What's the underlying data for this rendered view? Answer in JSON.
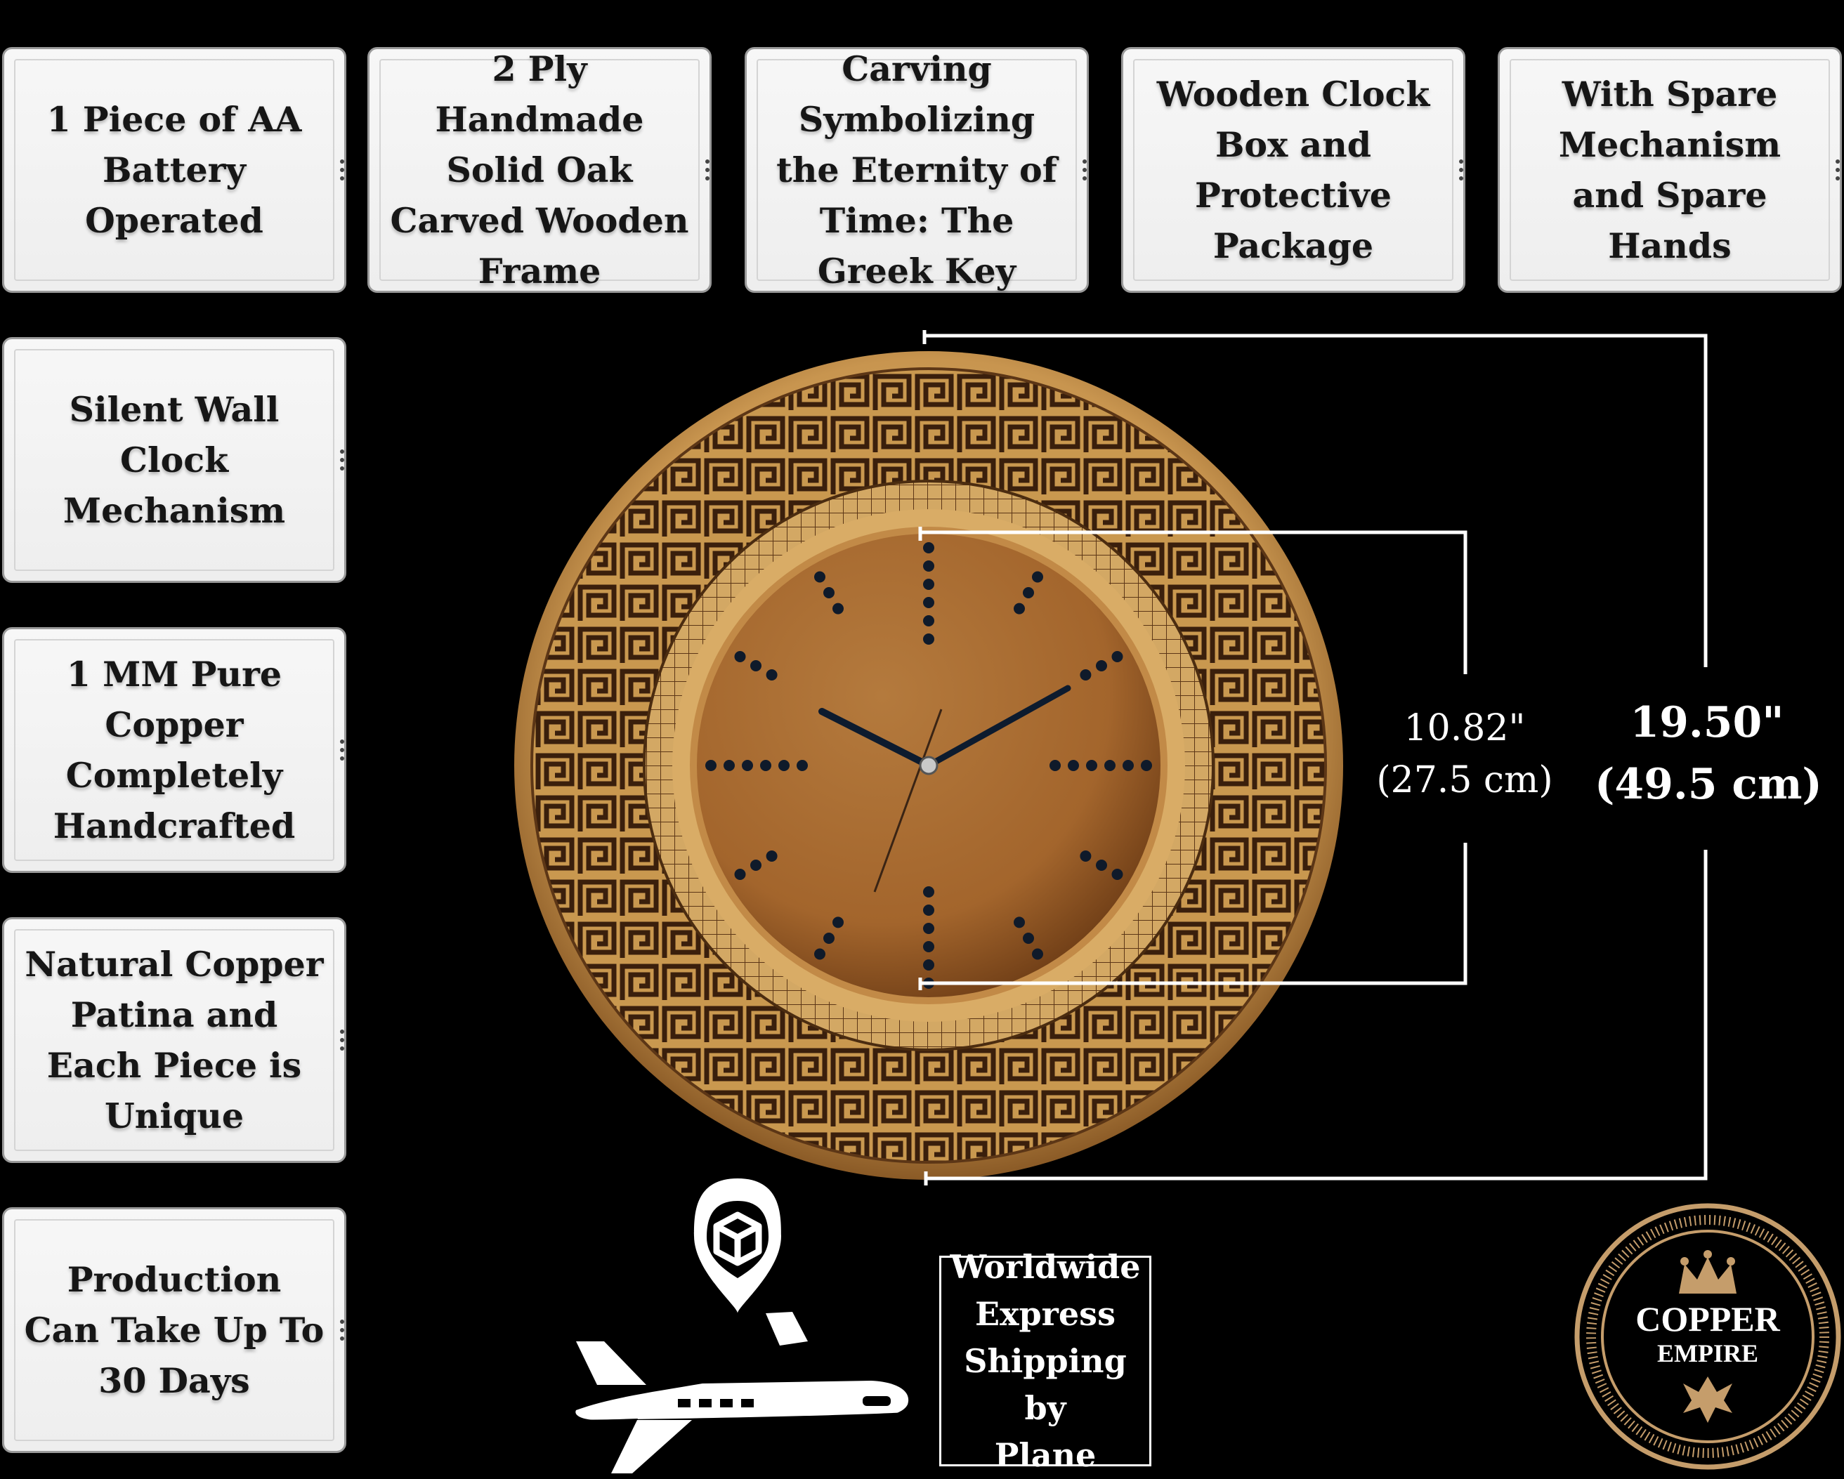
{
  "features_top": [
    "1 Piece of AA Battery Operated",
    "2 Ply Handmade Solid Oak Carved Wooden Frame",
    "Carving Symbolizing the Eternity of Time: The Greek Key",
    "Wooden Clock Box and Protective Package",
    "With Spare Mechanism and Spare Hands"
  ],
  "features_left": [
    "Silent Wall Clock Mechanism",
    "1 MM Pure Copper Completely Handcrafted",
    "Natural Copper Patina and Each Piece is Unique",
    "Production Can Take Up To 30 Days"
  ],
  "dimensions": {
    "inner_in": "10.82\"",
    "inner_cm": "(27.5 cm)",
    "outer_in": "19.50\"",
    "outer_cm": "(49.5 cm)"
  },
  "shipping": "Worldwide\nExpress\nShipping by\nPlane",
  "brand": {
    "line1": "COPPER",
    "line2": "EMPIRE",
    "ring_color": "#c59d6b"
  },
  "icons": [
    "clock-image",
    "airplane-icon",
    "location-pin-icon",
    "box-icon",
    "crown-icon",
    "fleur-icon"
  ],
  "colors": {
    "background": "#000000",
    "card_bg": "#f2f2f2",
    "wood": "#c8954f",
    "copper": "#a8672e"
  }
}
